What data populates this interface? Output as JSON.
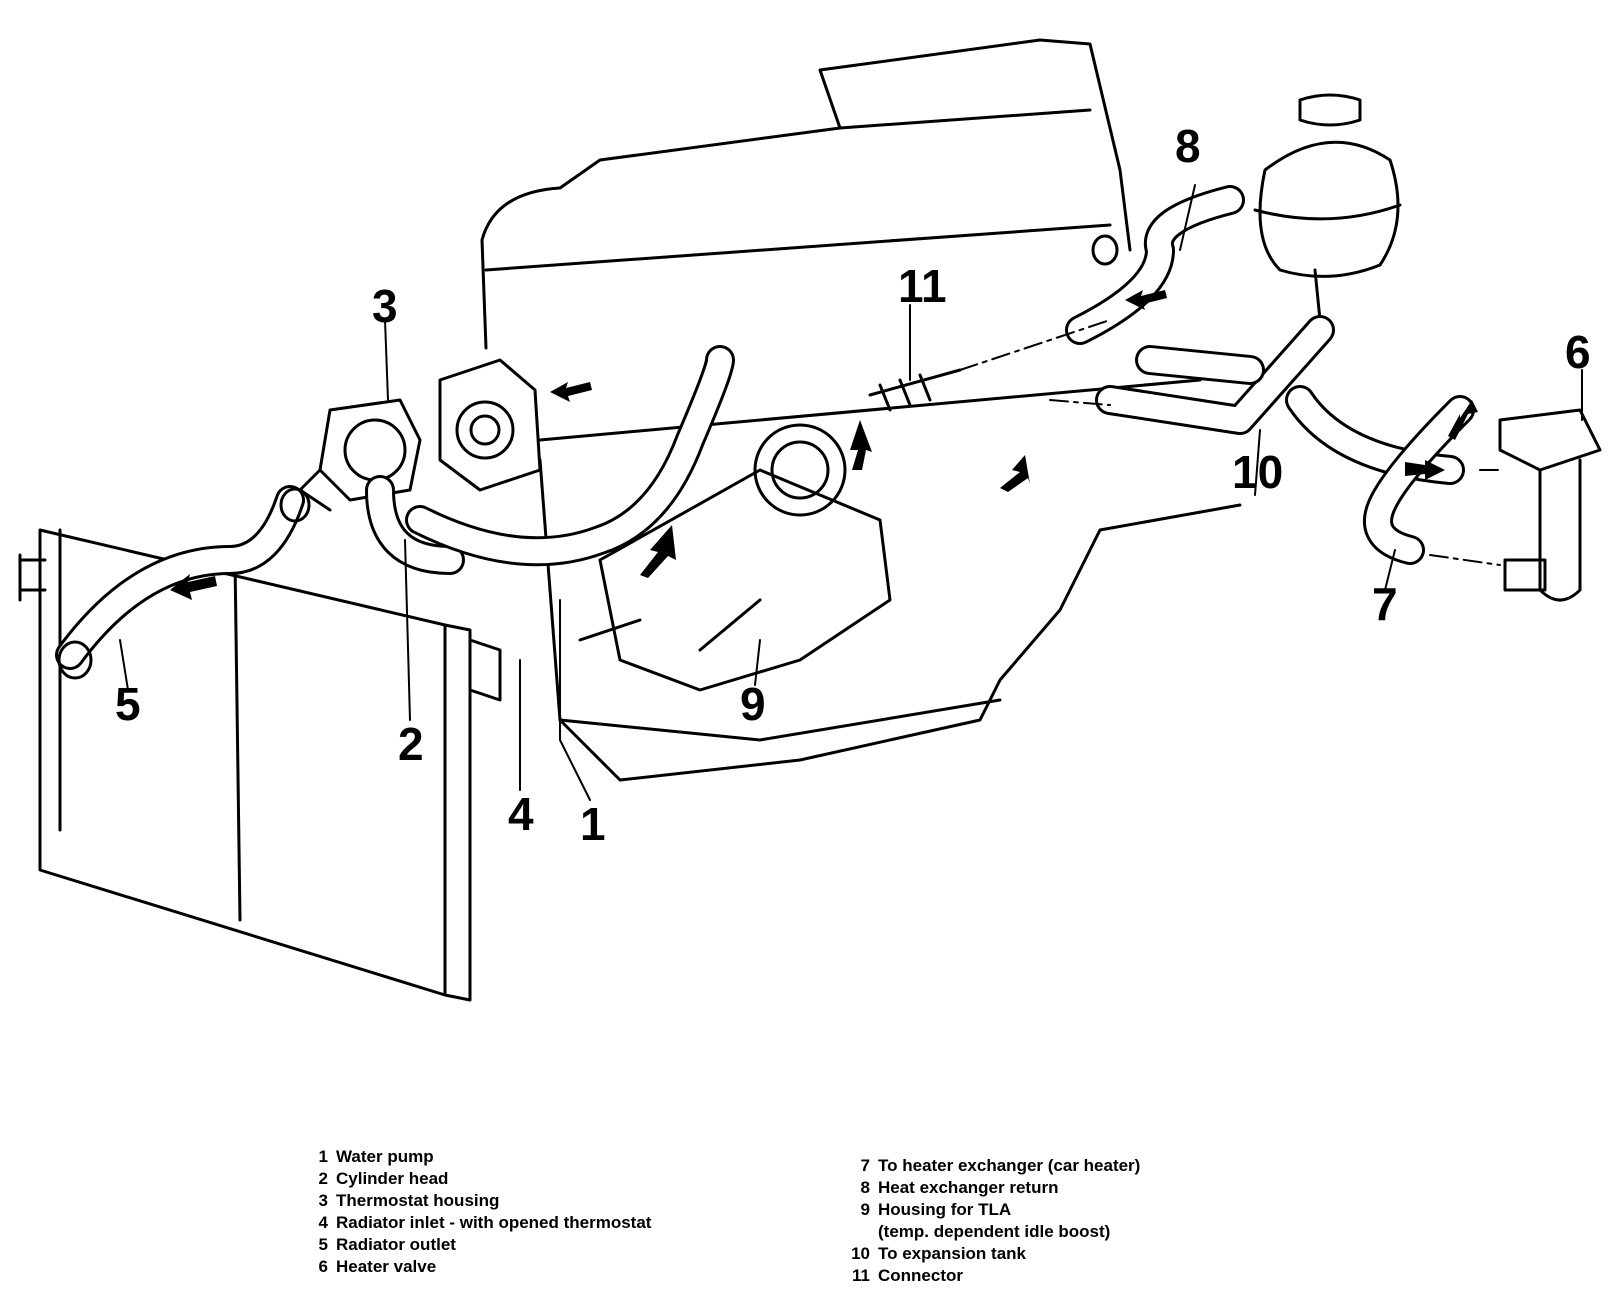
{
  "callouts": {
    "c1": "1",
    "c2": "2",
    "c3": "3",
    "c4": "4",
    "c5": "5",
    "c6": "6",
    "c7": "7",
    "c8": "8",
    "c9": "9",
    "c10": "10",
    "c11": "11"
  },
  "legend": {
    "left": [
      {
        "num": "1",
        "text": "Water pump"
      },
      {
        "num": "2",
        "text": "Cylinder head"
      },
      {
        "num": "3",
        "text": "Thermostat housing"
      },
      {
        "num": "4",
        "text": "Radiator inlet - with opened thermostat"
      },
      {
        "num": "5",
        "text": "Radiator outlet"
      },
      {
        "num": "6",
        "text": "Heater valve"
      }
    ],
    "right": [
      {
        "num": "7",
        "text": "To heater exchanger (car heater)"
      },
      {
        "num": "8",
        "text": "Heat exchanger return"
      },
      {
        "num": "9",
        "text": "Housing for TLA"
      },
      {
        "num": "",
        "text": "(temp. dependent idle boost)"
      },
      {
        "num": "10",
        "text": "To expansion tank"
      },
      {
        "num": "11",
        "text": "Connector"
      }
    ]
  }
}
